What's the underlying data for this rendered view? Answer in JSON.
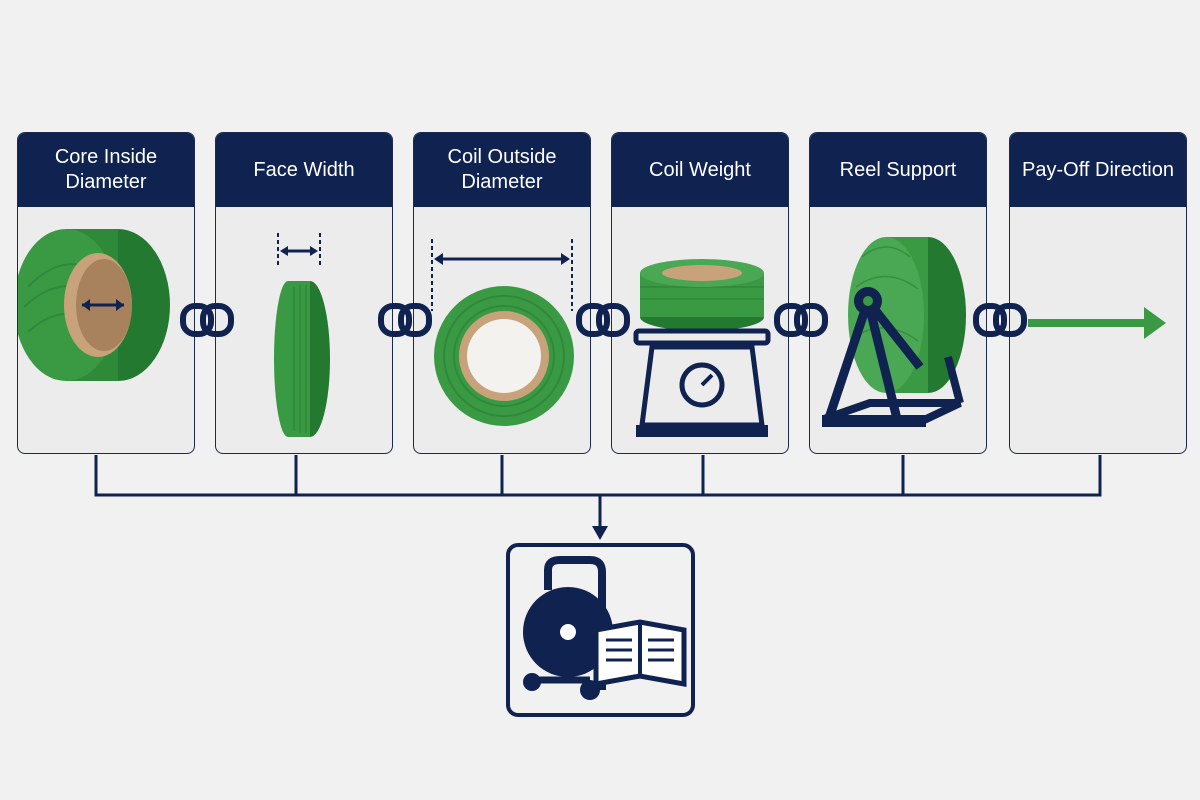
{
  "steps": [
    {
      "label": "Core Inside Diameter",
      "icon": "coil-core-diameter-icon"
    },
    {
      "label": "Face Width",
      "icon": "coil-face-width-icon"
    },
    {
      "label": "Coil Outside Diameter",
      "icon": "coil-outside-diameter-icon"
    },
    {
      "label": "Coil Weight",
      "icon": "coil-on-scale-icon"
    },
    {
      "label": "Reel Support",
      "icon": "reel-stand-icon"
    },
    {
      "label": "Pay-Off Direction",
      "icon": "green-arrow-right-icon"
    }
  ],
  "result": {
    "icon": "dispenser-cart-and-manual-icon"
  },
  "colors": {
    "navy": "#0f2250",
    "green": "#3a9a44",
    "green_dark": "#23792f",
    "core_brown": "#c7a27a",
    "background": "#f1f1f1"
  }
}
